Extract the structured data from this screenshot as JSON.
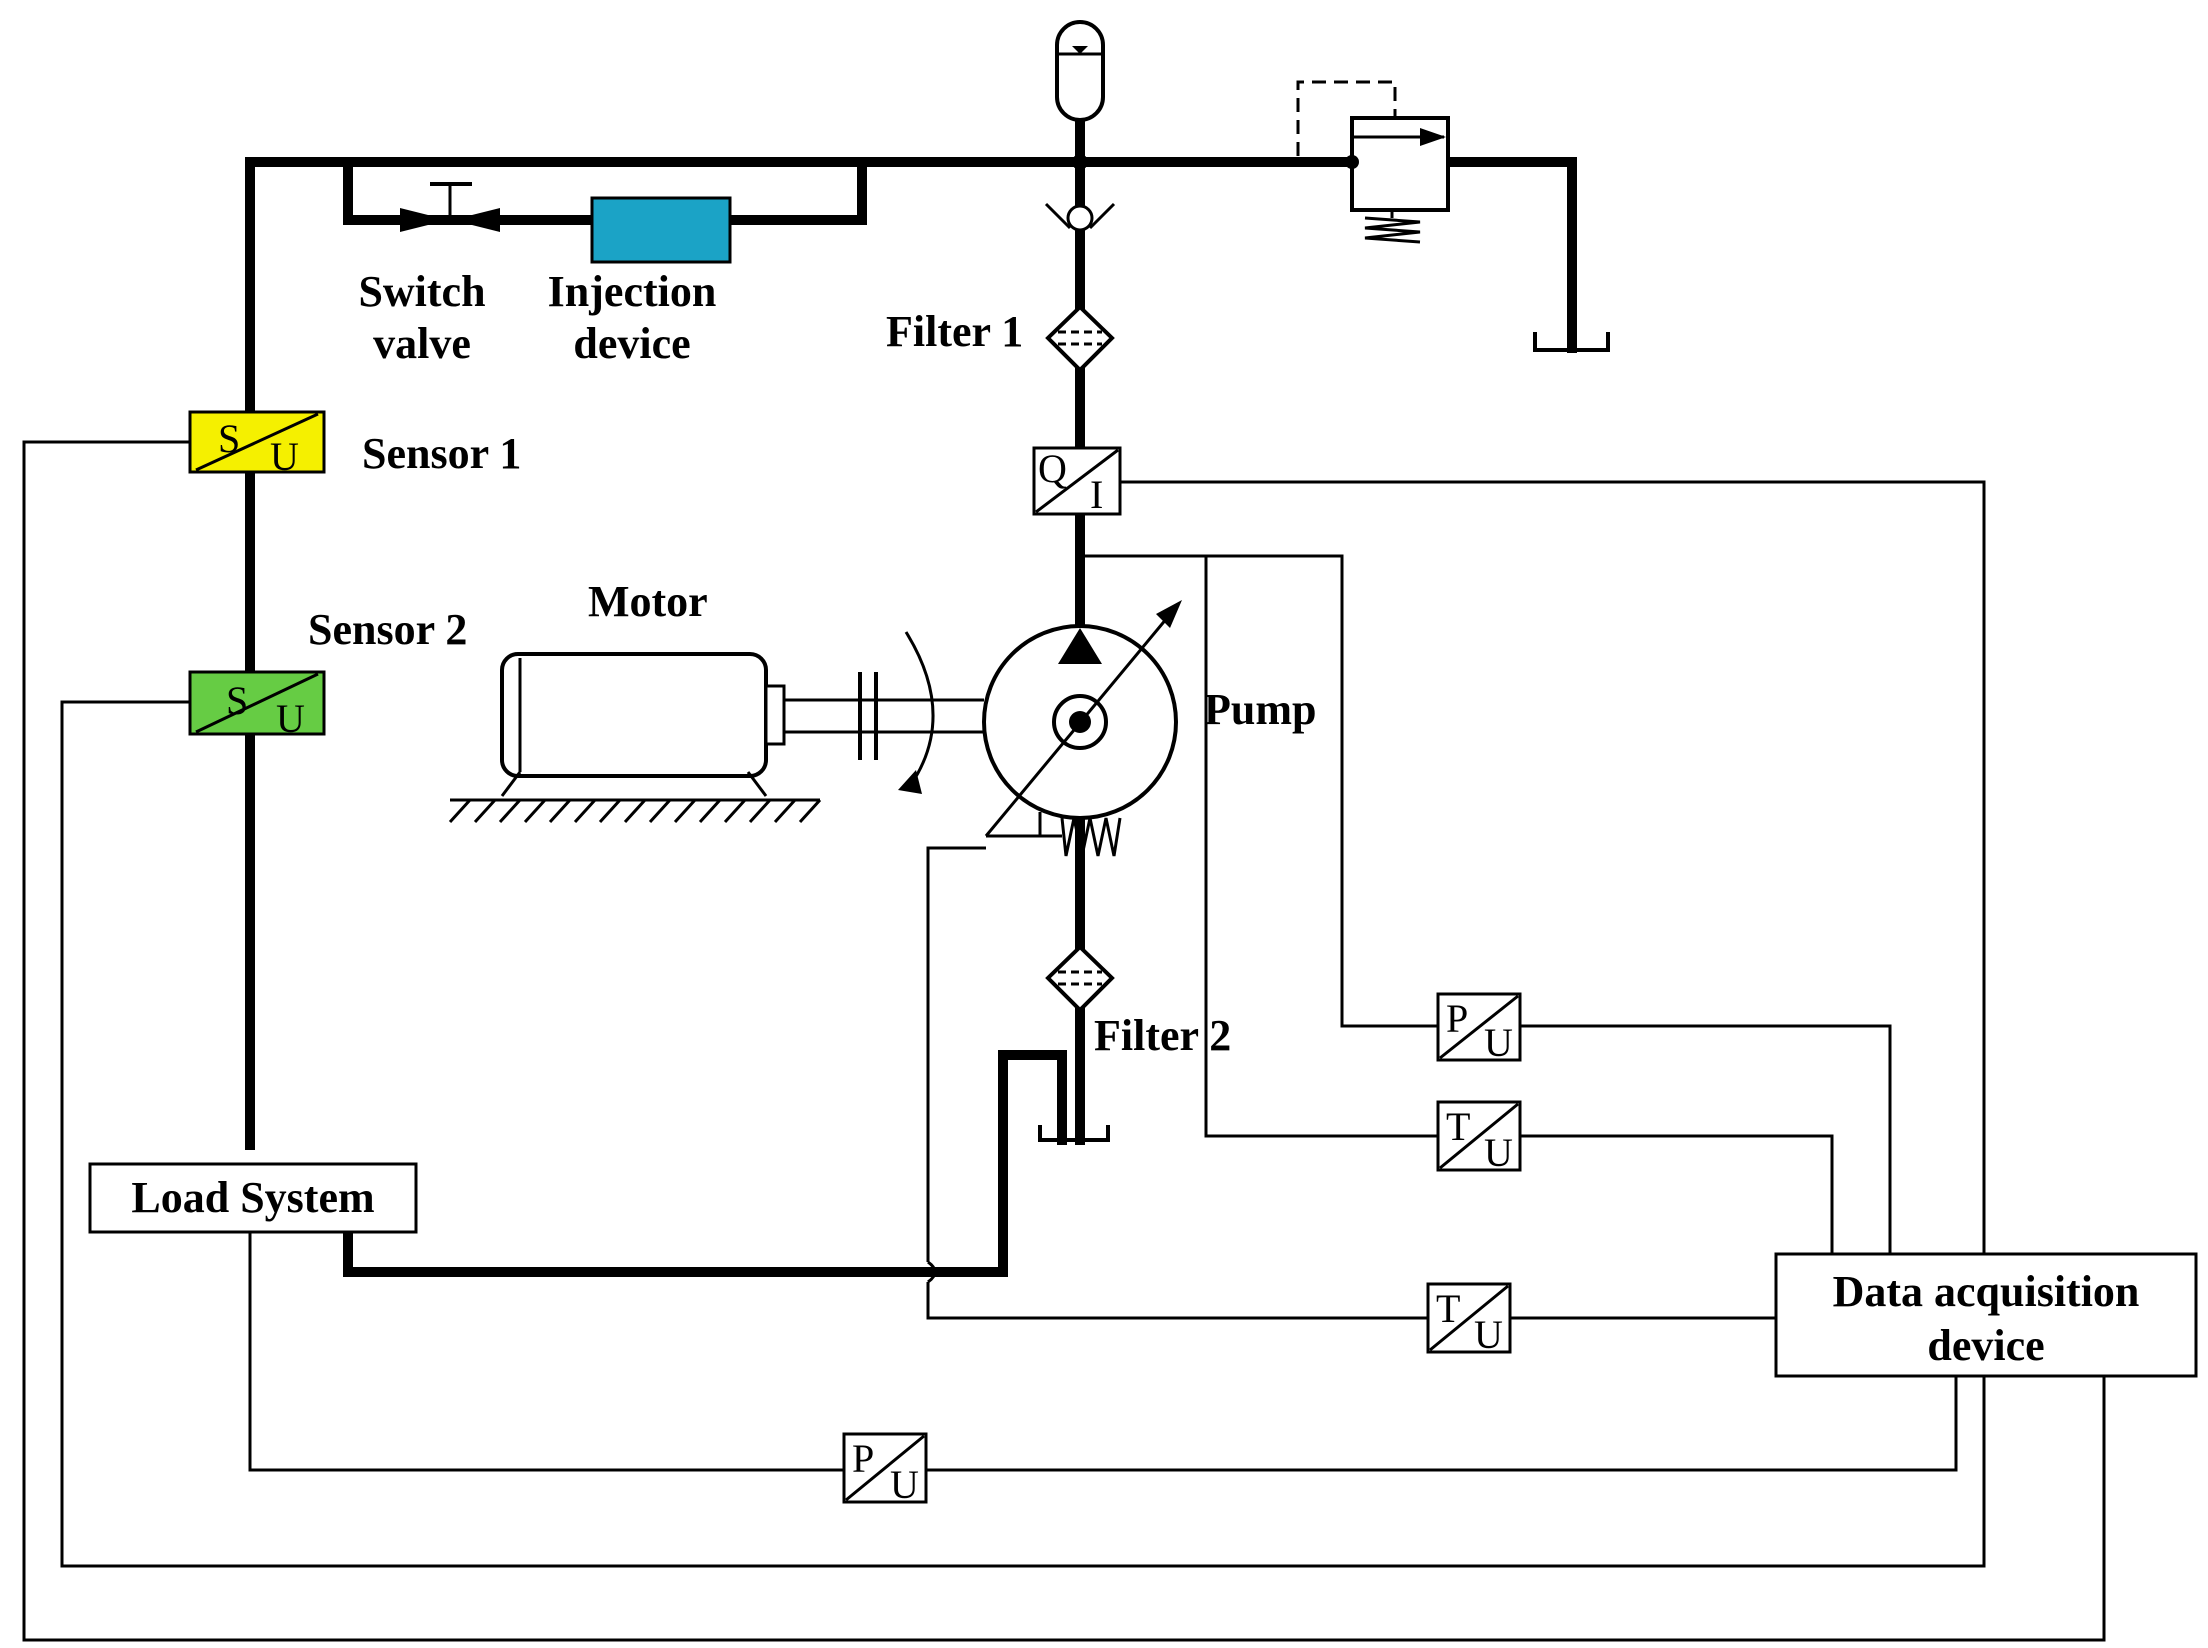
{
  "labels": {
    "switch_valve_1": "Switch",
    "switch_valve_2": "valve",
    "injection_1": "Injection",
    "injection_2": "device",
    "filter1": "Filter 1",
    "filter2": "Filter 2",
    "sensor1": "Sensor 1",
    "sensor2": "Sensor 2",
    "motor": "Motor",
    "pump": "Pump",
    "load_system": "Load System",
    "daq_1": "Data acquisition",
    "daq_2": "device"
  },
  "transducers": {
    "sensor1": {
      "top": "S",
      "bottom": "U"
    },
    "sensor2": {
      "top": "S",
      "bottom": "U"
    },
    "flow": {
      "top": "Q",
      "bottom": "I"
    },
    "pressure_pump": {
      "top": "P",
      "bottom": "U"
    },
    "temp_pump": {
      "top": "T",
      "bottom": "U"
    },
    "temp_case": {
      "top": "T",
      "bottom": "U"
    },
    "pressure_load": {
      "top": "P",
      "bottom": "U"
    }
  },
  "colors": {
    "sensor1_fill": "#f5f000",
    "sensor2_fill": "#66cc44",
    "injection_fill": "#1ba3c6",
    "line": "#000000"
  }
}
